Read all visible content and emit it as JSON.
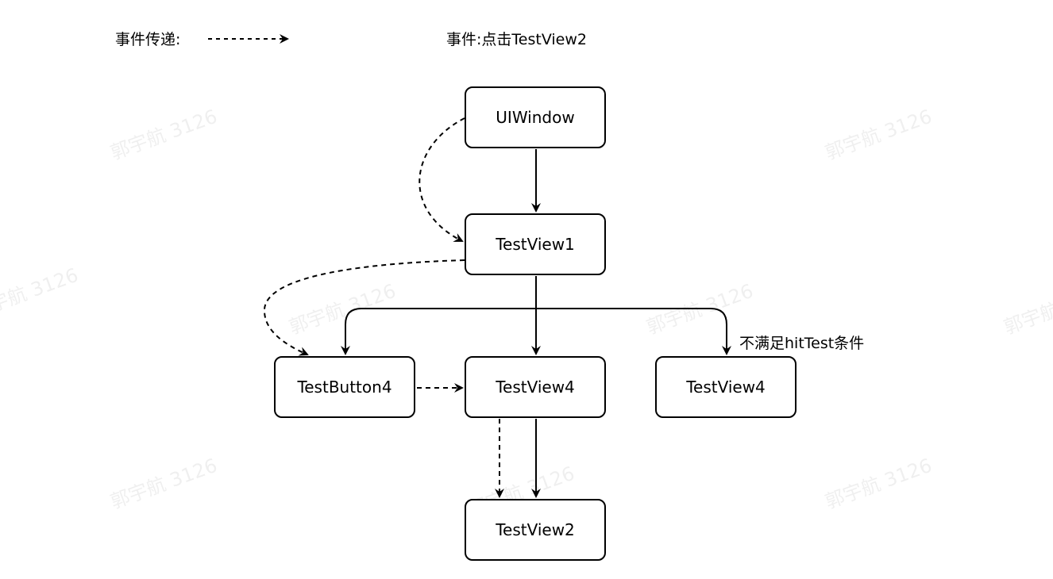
{
  "legend": {
    "propagation_label": "事件传递:",
    "event_label": "事件:点击TestView2"
  },
  "nodes": {
    "uiwindow": "UIWindow",
    "testview1": "TestView1",
    "testbutton4": "TestButton4",
    "testview4_mid": "TestView4",
    "testview4_right": "TestView4",
    "testview2": "TestView2"
  },
  "annotation": "不满足hitTest条件",
  "watermark": "郭宇航 3126"
}
